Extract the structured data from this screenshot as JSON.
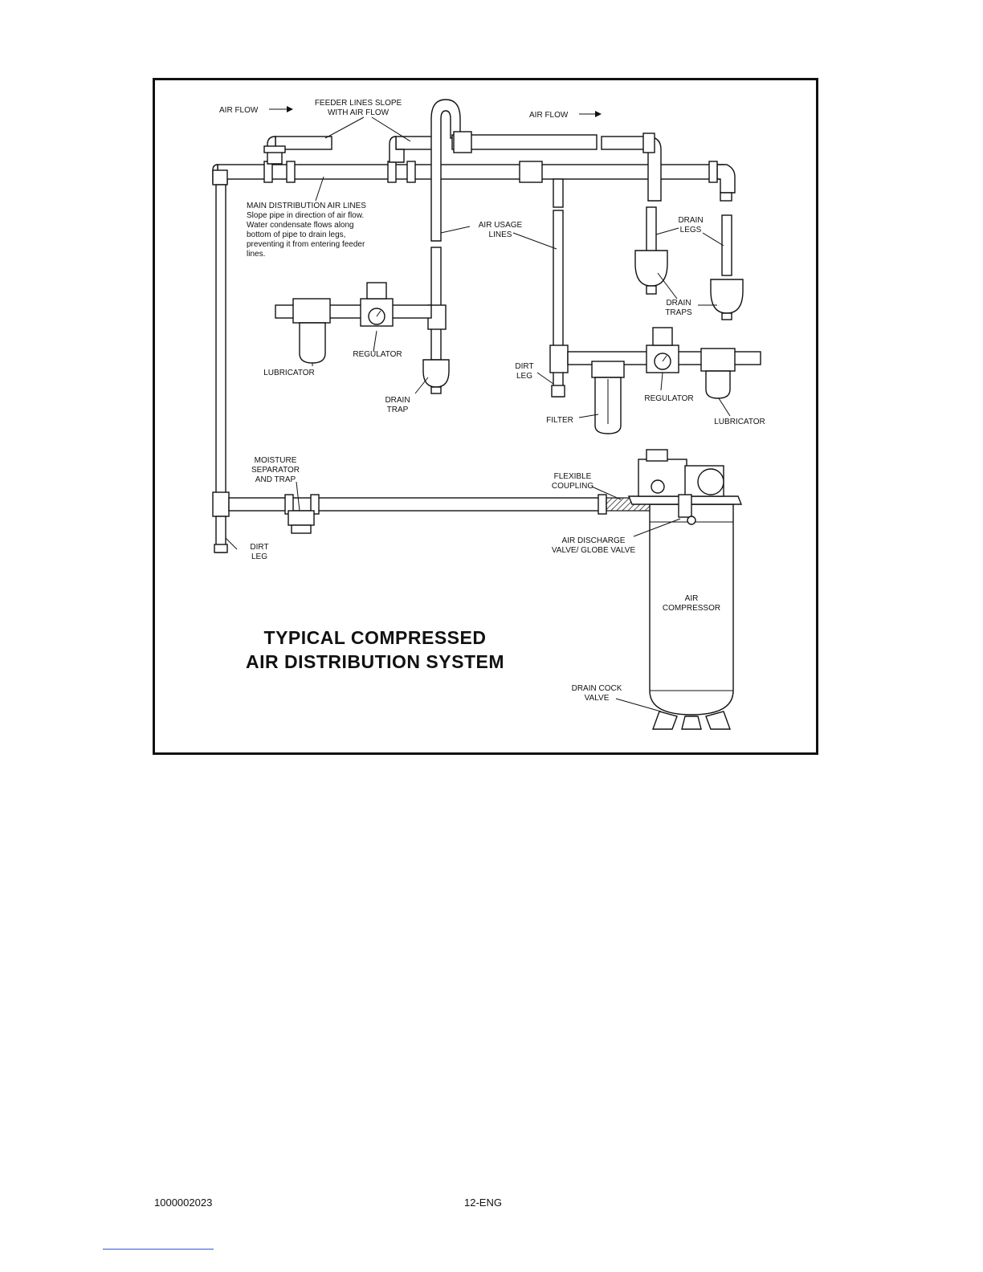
{
  "diagram": {
    "title_line1": "TYPICAL COMPRESSED",
    "title_line2": "AIR DISTRIBUTION SYSTEM",
    "labels": {
      "air_flow_left": "AIR FLOW",
      "air_flow_right": "AIR FLOW",
      "feeder_lines_1": "FEEDER LINES SLOPE",
      "feeder_lines_2": "WITH AIR FLOW",
      "main_lines_title": "MAIN DISTRIBUTION AIR LINES",
      "main_lines_desc_1": "Slope pipe in direction of air flow.",
      "main_lines_desc_2": "Water condensate flows along",
      "main_lines_desc_3": "bottom of pipe to drain legs,",
      "main_lines_desc_4": "preventing it from entering feeder",
      "main_lines_desc_5": "lines.",
      "air_usage_1": "AIR USAGE",
      "air_usage_2": "LINES",
      "drain_legs_1": "DRAIN",
      "drain_legs_2": "LEGS",
      "drain_traps_1": "DRAIN",
      "drain_traps_2": "TRAPS",
      "regulator_left": "REGULATOR",
      "lubricator_left": "LUBRICATOR",
      "drain_trap_1": "DRAIN",
      "drain_trap_2": "TRAP",
      "dirt_leg_mid_1": "DIRT",
      "dirt_leg_mid_2": "LEG",
      "regulator_right": "REGULATOR",
      "lubricator_right": "LUBRICATOR",
      "filter": "FILTER",
      "moisture_1": "MOISTURE",
      "moisture_2": "SEPARATOR",
      "moisture_3": "AND TRAP",
      "flexible_1": "FLEXIBLE",
      "flexible_2": "COUPLING",
      "dirt_leg_left_1": "DIRT",
      "dirt_leg_left_2": "LEG",
      "air_discharge_1": "AIR DISCHARGE",
      "air_discharge_2": "VALVE/ GLOBE VALVE",
      "air_compressor_1": "AIR",
      "air_compressor_2": "COMPRESSOR",
      "drain_cock_1": "DRAIN COCK",
      "drain_cock_2": "VALVE"
    }
  },
  "footer": {
    "left": "1000002023",
    "center": "12-ENG"
  }
}
